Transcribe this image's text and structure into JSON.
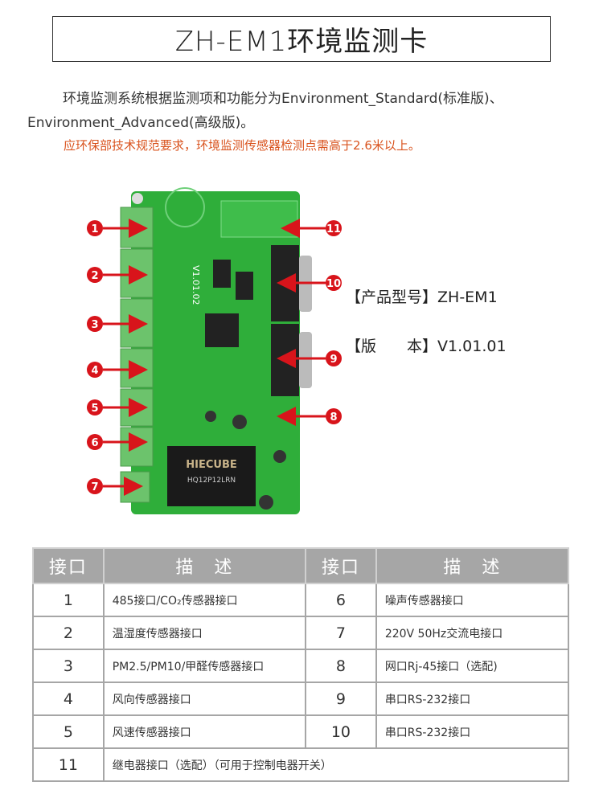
{
  "title": "ZH-EM1环境监测卡",
  "intro": "环境监测系统根据监测项和功能分为Environment_Standard(标准版)、Environment_Advanced(高级版)。",
  "note": "应环保部技术规范要求，环境监测传感器检测点需高于2.6米以上。",
  "board": {
    "callouts": [
      "1",
      "2",
      "3",
      "4",
      "5",
      "6",
      "7",
      "8",
      "9",
      "10",
      "11"
    ],
    "silkscreen": {
      "version": "V1.01.02",
      "module_brand": "HIECUBE",
      "module_model": "HQ12P12LRN"
    }
  },
  "info": {
    "model_label": "【产品型号】",
    "model_value": "ZH-EM1",
    "version_label": "【版　　本】",
    "version_value": "V1.01.01"
  },
  "table": {
    "headers": [
      "接口",
      "描　述",
      "接口",
      "描　述"
    ],
    "rows": [
      {
        "n1": "1",
        "d1": "485接口/CO₂传感器接口",
        "n2": "6",
        "d2": "噪声传感器接口"
      },
      {
        "n1": "2",
        "d1": "温湿度传感器接口",
        "n2": "7",
        "d2": "220V  50Hz交流电接口"
      },
      {
        "n1": "3",
        "d1": "PM2.5/PM10/甲醛传感器接口",
        "n2": "8",
        "d2": "网口Rj-45接口（选配)"
      },
      {
        "n1": "4",
        "d1": "风向传感器接口",
        "n2": "9",
        "d2": "串口RS-232接口"
      },
      {
        "n1": "5",
        "d1": "风速传感器接口",
        "n2": "10",
        "d2": "串口RS-232接口"
      }
    ],
    "last_row": {
      "n": "11",
      "d": "继电器接口（选配）（可用于控制电器开关）"
    }
  },
  "colors": {
    "note": "#d9531e",
    "pcb": "#2fae3a",
    "callout": "#d8141b",
    "header": "#a6a6a6"
  }
}
